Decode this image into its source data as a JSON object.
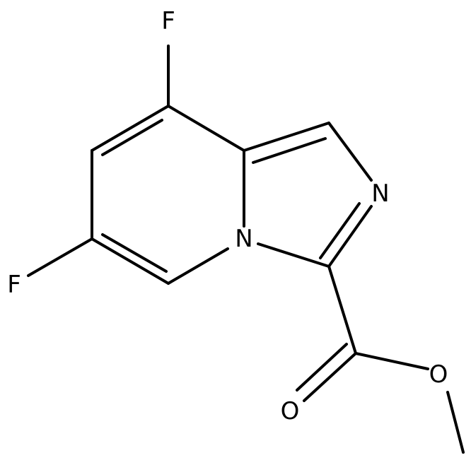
{
  "molecule": {
    "atoms": {
      "f_top": "F",
      "f_left": "F",
      "n_bridge": "N",
      "n_ring": "N",
      "o_carbonyl": "O",
      "o_ester": "O"
    }
  },
  "colors": {
    "bond": "#000000",
    "label": "#000000",
    "background": "#ffffff"
  }
}
